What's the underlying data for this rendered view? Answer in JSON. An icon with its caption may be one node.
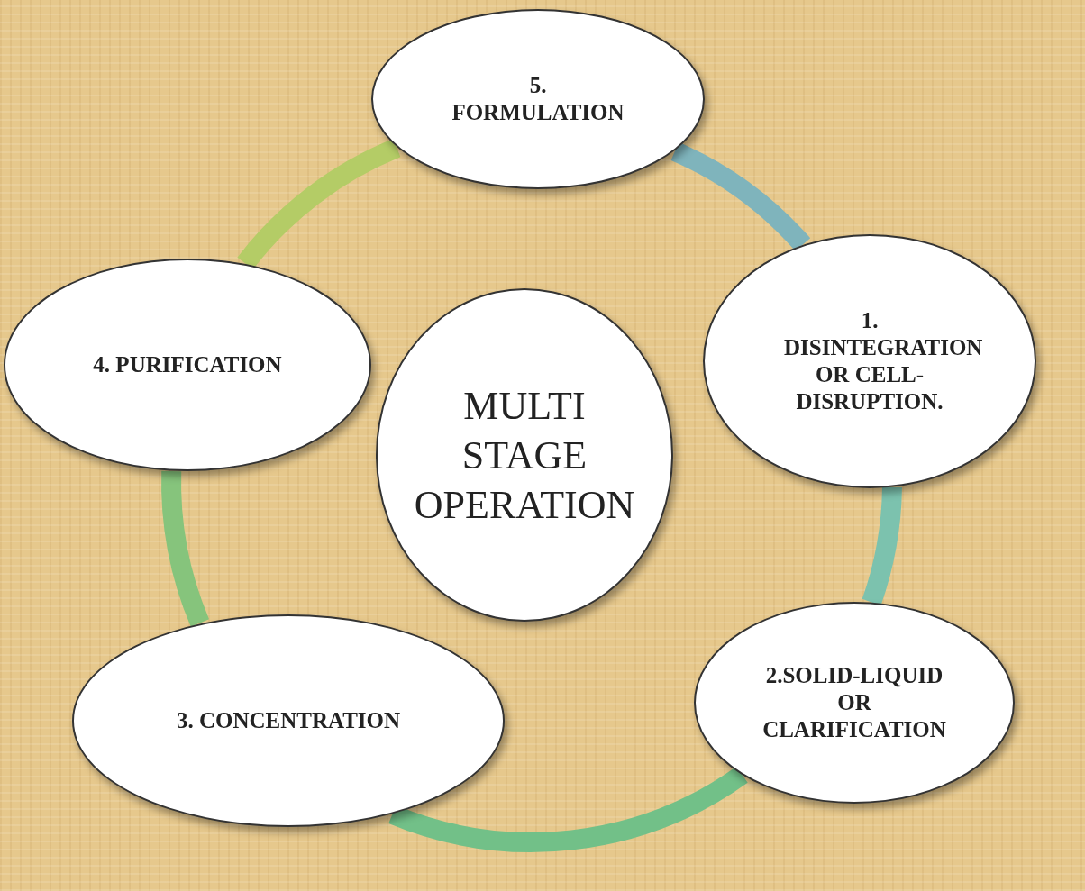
{
  "diagram": {
    "nodes": [
      {
        "text": [
          "5. FORMULATION"
        ]
      },
      {
        "text": [
          "4. PURIFICATION"
        ]
      },
      {
        "text": [
          "MULTI STAGE OPERATION"
        ]
      },
      {
        "text": [
          "1. DISINTEGRATION OR CELL- DISRUPTION."
        ]
      },
      {
        "text": [
          "3. CONCENTRATION"
        ]
      },
      {
        "text": [
          "2.SOLID-LIQUID OR CLARIFICATION"
        ]
      }
    ],
    "edges": [
      {
        "from": 0,
        "to": 3,
        "arrow": "none",
        "color": "#7fb4bc"
      },
      {
        "from": 3,
        "to": 5,
        "arrow": "none",
        "color": "#7cc2ae"
      },
      {
        "from": 5,
        "to": 4,
        "arrow": "none",
        "color": "#72c088"
      },
      {
        "from": 4,
        "to": 1,
        "arrow": "none",
        "color": "#86c47c"
      },
      {
        "from": 1,
        "to": 0,
        "arrow": "none",
        "color": "#b4cc66"
      }
    ]
  }
}
